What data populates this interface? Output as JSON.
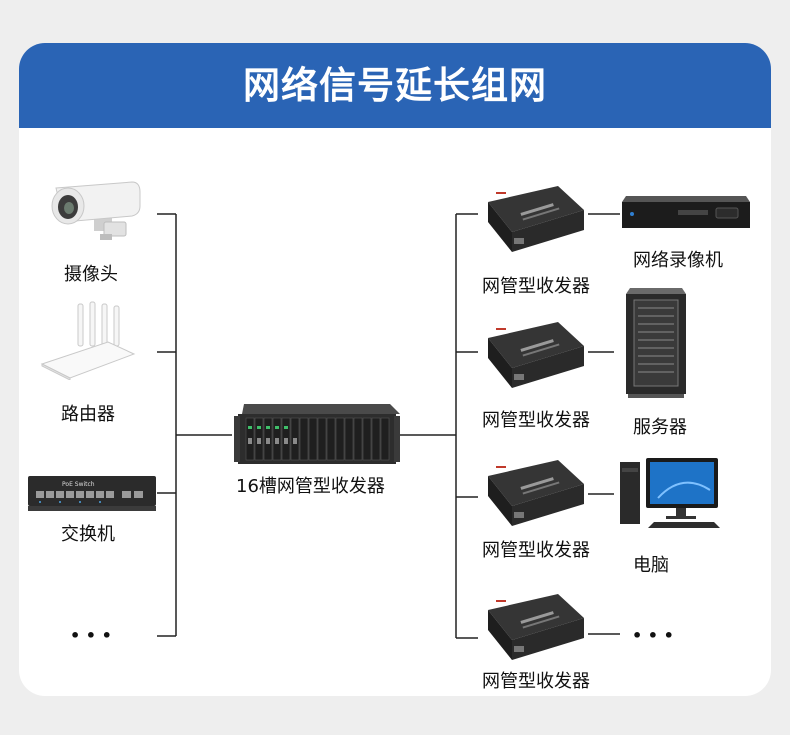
{
  "banner": {
    "title": "网络信号延长组网"
  },
  "left_devices": [
    {
      "label": "摄像头"
    },
    {
      "label": "路由器"
    },
    {
      "label": "交换机"
    },
    {
      "label": "• • •"
    }
  ],
  "switch_panel_text": "PoE Switch",
  "center_device": {
    "label": "16槽网管型收发器"
  },
  "transceivers": [
    {
      "label": "网管型收发器"
    },
    {
      "label": "网管型收发器"
    },
    {
      "label": "网管型收发器"
    },
    {
      "label": "网管型收发器"
    }
  ],
  "right_devices": [
    {
      "label": "网络录像机"
    },
    {
      "label": "服务器"
    },
    {
      "label": "电脑"
    },
    {
      "label": "• • •"
    }
  ],
  "colors": {
    "banner": "#2a64b5",
    "background": "#eeeeee",
    "card": "#ffffff",
    "line": "#222222"
  }
}
